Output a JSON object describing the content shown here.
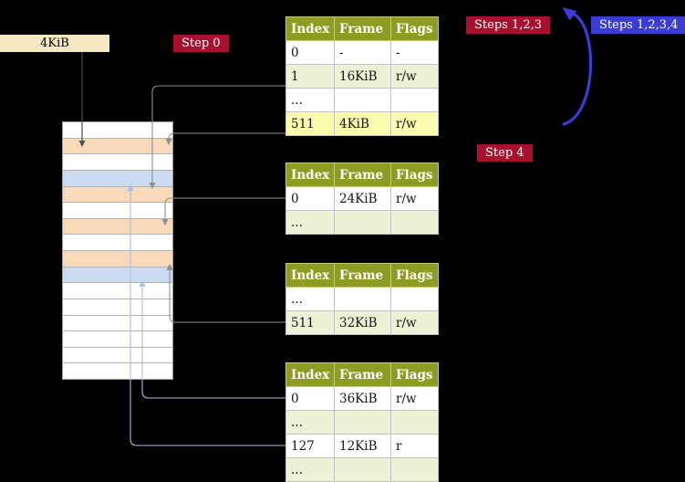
{
  "colors": {
    "background": "#000000",
    "table_header_bg": "#8e9c23",
    "table_row_alt_bg": "#edf2d4",
    "table_row_highlight_bg": "#fbfbad",
    "badge_red_bg": "#a8102f",
    "badge_blue_bg": "#3b3bd6",
    "frame_box_bg": "#f7e8c3",
    "stack_white": "#ffffff",
    "stack_peach": "#f8d9ba",
    "stack_blue": "#cbdcf2",
    "arrow_gray": "#8f8f8f",
    "arrow_dark": "#4d4d4d",
    "arrow_blue_light": "#a7c0de",
    "arrow_blue": "#3b3bd6"
  },
  "labels": {
    "root_frame": "4KiB",
    "step0": "Step 0",
    "steps123": "Steps 1,2,3",
    "steps1234": "Steps 1,2,3,4",
    "step4": "Step 4"
  },
  "tables": [
    {
      "headers": [
        "Index",
        "Frame",
        "Flags"
      ],
      "rows": [
        {
          "style": "plain",
          "cells": [
            "0",
            "-",
            "-"
          ]
        },
        {
          "style": "alt",
          "cells": [
            "1",
            "16KiB",
            "r/w"
          ]
        },
        {
          "style": "plain",
          "cells": [
            "...",
            "",
            ""
          ]
        },
        {
          "style": "highlight",
          "cells": [
            "511",
            "4KiB",
            "r/w"
          ]
        }
      ]
    },
    {
      "headers": [
        "Index",
        "Frame",
        "Flags"
      ],
      "rows": [
        {
          "style": "plain",
          "cells": [
            "0",
            "24KiB",
            "r/w"
          ]
        },
        {
          "style": "alt",
          "cells": [
            "...",
            "",
            ""
          ]
        }
      ]
    },
    {
      "headers": [
        "Index",
        "Frame",
        "Flags"
      ],
      "rows": [
        {
          "style": "plain",
          "cells": [
            "...",
            "",
            ""
          ]
        },
        {
          "style": "alt",
          "cells": [
            "511",
            "32KiB",
            "r/w"
          ]
        }
      ]
    },
    {
      "headers": [
        "Index",
        "Frame",
        "Flags"
      ],
      "rows": [
        {
          "style": "plain",
          "cells": [
            "0",
            "36KiB",
            "r/w"
          ]
        },
        {
          "style": "alt",
          "cells": [
            "...",
            "",
            ""
          ]
        },
        {
          "style": "plain",
          "cells": [
            "127",
            "12KiB",
            "r"
          ]
        },
        {
          "style": "alt",
          "cells": [
            "...",
            "",
            ""
          ]
        }
      ]
    }
  ],
  "stack": {
    "rows": [
      "white",
      "peach",
      "white",
      "blue",
      "peach",
      "white",
      "peach",
      "white",
      "peach",
      "blue",
      "white",
      "white",
      "white",
      "white",
      "white",
      "white"
    ]
  }
}
